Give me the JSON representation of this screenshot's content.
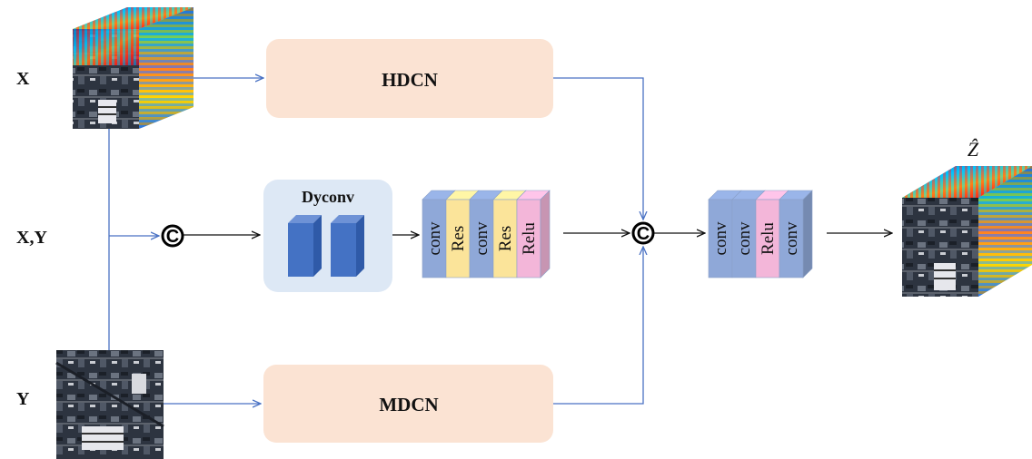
{
  "labels": {
    "x": "X",
    "xy": "X,Y",
    "y": "Y",
    "output": "Ẑ"
  },
  "modules": {
    "hdcn": "HDCN",
    "mdcn": "MDCN",
    "dyconv": "Dyconv"
  },
  "concat_symbol": "C",
  "block1_layers": [
    {
      "label": "conv",
      "color": "#8fa8d8"
    },
    {
      "label": "Res",
      "color": "#fbe49a"
    },
    {
      "label": "conv",
      "color": "#8fa8d8"
    },
    {
      "label": "Res",
      "color": "#fbe49a"
    },
    {
      "label": "Relu",
      "color": "#f3b6d9"
    }
  ],
  "block2_layers": [
    {
      "label": "conv",
      "color": "#8fa8d8"
    },
    {
      "label": "conv",
      "color": "#8fa8d8"
    },
    {
      "label": "Relu",
      "color": "#f3b6d9"
    },
    {
      "label": "conv",
      "color": "#8fa8d8"
    }
  ],
  "colors": {
    "arrow_blue": "#4a72c4",
    "arrow_black": "#111111",
    "module_fill": "#fbe3d3",
    "dyconv_fill": "#dde8f5",
    "dyconv_block": "#4472c4"
  }
}
